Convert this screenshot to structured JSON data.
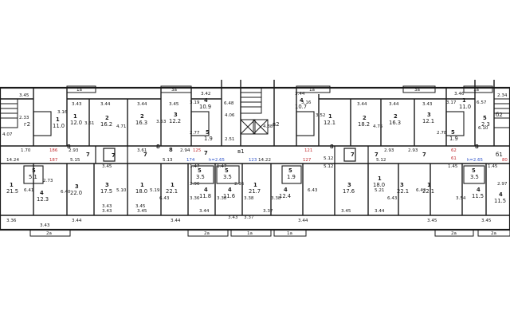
{
  "units": {
    "top_row": {
      "left_edge": {
        "dims": [
          "3.45",
          "2.33",
          "4.07"
        ],
        "label": "г2"
      },
      "u1": {
        "dims": [
          "1а",
          "3.43",
          "3.16",
          "3.51",
          "4.71",
          "3.44"
        ],
        "rooms": [
          [
            "1",
            "11.0"
          ],
          [
            "1",
            "12.0"
          ],
          [
            "2",
            "16.2"
          ]
        ]
      },
      "u2": {
        "dims": [
          "3.44",
          "3.53",
          "3.45",
          "3а",
          "3.19",
          "3.42",
          "2.77",
          "6.48"
        ],
        "rooms": [
          [
            "2",
            "16.3"
          ],
          [
            "3",
            "12.2"
          ],
          [
            "4",
            "10.9"
          ],
          [
            "5",
            "1.9"
          ]
        ]
      },
      "stair1": {
        "dims": [
          "4.38",
          "4.06",
          "2.51"
        ],
        "label": "в2"
      },
      "u3": {
        "dims": [
          "3.44",
          "1а",
          "3.16",
          "3.52"
        ],
        "rooms": [
          [
            "4",
            "10.7"
          ],
          [
            "1",
            "12.1"
          ],
          [
            "2",
            "18.2"
          ]
        ]
      },
      "u4": {
        "dims": [
          "3.44",
          "4.75",
          "3.44",
          "2.78",
          "3.43",
          "3а"
        ],
        "rooms": [
          [
            "2",
            "16.3"
          ],
          [
            "3",
            "12.1"
          ],
          [
            "5",
            "1.9"
          ]
        ]
      },
      "u5": {
        "dims": [
          "3.46",
          "3.17",
          "1а",
          "6.57",
          "2.34",
          "6.10"
        ],
        "label": "б2",
        "rooms": [
          [
            "1",
            "11.0"
          ],
          [
            "5",
            "2.3"
          ]
        ]
      }
    },
    "corridor": {
      "items": [
        "1.70",
        "7",
        "186",
        "2.93",
        "3.61",
        "8",
        "2.94",
        "125",
        "5.12",
        "121",
        "2.93",
        "2.93",
        "62",
        "61",
        "б1"
      ],
      "mid": [
        "14.24",
        "5.15",
        "187",
        "5.13",
        "174",
        "h=2.65",
        "123",
        "14.22",
        "5.12",
        "127",
        "h=2.65",
        "80",
        "в1"
      ],
      "numbers": [
        "7",
        "7",
        "7",
        "7",
        "7",
        "7",
        "8",
        "8",
        "8",
        "8"
      ]
    },
    "bottom_row": {
      "b1": {
        "dims": [
          "6.41",
          "2.73",
          "6.40"
        ],
        "rooms": [
          [
            "1",
            "21.5"
          ],
          [
            "5",
            "5.1"
          ],
          [
            "4",
            "12.3"
          ],
          [
            "3",
            "22.0"
          ]
        ]
      },
      "b2": {
        "dims": [
          "3.43",
          "3.45",
          "5.10",
          "3.45",
          "5.19",
          "6.43"
        ],
        "rooms": [
          [
            "3",
            "17.5"
          ],
          [
            "1",
            "18.0"
          ],
          [
            "1",
            "22.1"
          ]
        ]
      },
      "b3": {
        "dims": [
          "1.47",
          "2.96",
          "1.47",
          "2.95",
          "3.36",
          "3.44"
        ],
        "rooms": [
          [
            "4",
            "11.8"
          ],
          [
            "4",
            "11.6"
          ],
          [
            "5",
            "3.5"
          ],
          [
            "5",
            "3.5"
          ]
        ]
      },
      "b4": {
        "dims": [
          "3.38",
          "3.38",
          "3.37"
        ],
        "rooms": [
          [
            "1",
            "21.7"
          ],
          [
            "5",
            "1.9"
          ],
          [
            "4",
            "12.4"
          ]
        ]
      },
      "b5": {
        "dims": [
          "6.43",
          "5.12",
          "5.21",
          "6.43"
        ],
        "rooms": [
          [
            "3",
            "17.6"
          ],
          [
            "1",
            "18.0"
          ],
          [
            "5",
            "3.5"
          ]
        ]
      },
      "b6": {
        "dims": [
          "6.42",
          "3.54",
          "1.45",
          "2.97",
          "1.45"
        ],
        "rooms": [
          [
            "1",
            "22.1"
          ],
          [
            "3",
            "22.1"
          ],
          [
            "4",
            "11.5"
          ],
          [
            "4",
            "11.5"
          ]
        ]
      }
    },
    "bottom_dims": [
      "3.36",
      "3.43",
      "3.44",
      "3.43",
      "3.45",
      "3.44",
      "3.43",
      "3.38",
      "3.37",
      "3.44",
      "3.45",
      "3.44",
      "3.45",
      "3.45"
    ],
    "balconies": [
      "2а",
      "2а",
      "1а",
      "1а",
      "2а",
      "2а"
    ]
  }
}
